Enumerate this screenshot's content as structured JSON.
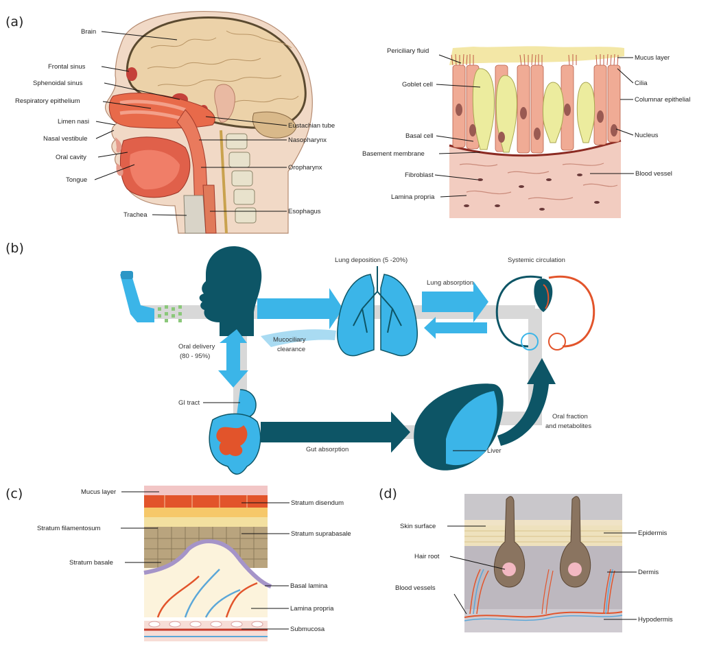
{
  "panels": {
    "a": "(a)",
    "b": "(b)",
    "c": "(c)",
    "d": "(d)"
  },
  "panel_a_head": {
    "labels": [
      "Brain",
      "Frontal sinus",
      "Sphenoidal sinus",
      "Respiratory epithelium",
      "Limen nasi",
      "Nasal vestibule",
      "Oral cavity",
      "Tongue",
      "Trachea",
      "Eustachian tube",
      "Nasopharynx",
      "Oropharynx",
      "Esophagus"
    ]
  },
  "panel_a_epithelium": {
    "labels": [
      "Periciliary fluid",
      "Goblet cell",
      "Basal cell",
      "Basement membrane",
      "Fibroblast",
      "Lamina propria",
      "Mucus layer",
      "Cilia",
      "Columnar epithelial",
      "Nucleus",
      "Blood vessel"
    ]
  },
  "panel_b": {
    "lung_deposition": "Lung deposition (5 -20%)",
    "systemic_circulation": "Systemic circulation",
    "lung_absorption": "Lung absorption",
    "oral_delivery_1": "Oral delivery",
    "oral_delivery_2": "(80 - 95%)",
    "mucociliary_1": "Mucociliary",
    "mucociliary_2": "clearance",
    "gi_tract": "GI tract",
    "gut_absorption": "Gut absorption",
    "liver": "Liver",
    "oral_fraction_1": "Oral fraction",
    "oral_fraction_2": "and metabolites"
  },
  "panel_c": {
    "labels": [
      "Mucus layer",
      "Stratum filamentosum",
      "Stratum basale",
      "Stratum disendum",
      "Stratum suprabasale",
      "Basal lamina",
      "Lamina propria",
      "Submucosa"
    ]
  },
  "panel_d": {
    "labels": [
      "Skin surface",
      "Hair root",
      "Blood vessels",
      "Epidermis",
      "Dermis",
      "Hypodermis"
    ]
  },
  "colors": {
    "flow_light": "#3bb5e8",
    "flow_dark": "#0d5566",
    "artery": "#e2542b",
    "tissue_pink": "#f2c6b6"
  }
}
